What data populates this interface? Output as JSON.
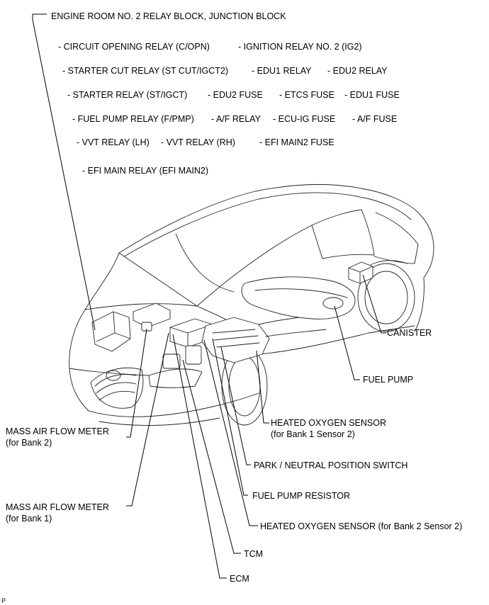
{
  "header": {
    "title": "ENGINE ROOM NO. 2 RELAY BLOCK, JUNCTION BLOCK",
    "items": [
      "- CIRCUIT OPENING RELAY (C/OPN)",
      "- IGNITION RELAY NO. 2 (IG2)",
      "- STARTER CUT RELAY (ST CUT/IGCT2)",
      "- EDU1 RELAY",
      "- EDU2 RELAY",
      "- STARTER RELAY (ST/IGCT)",
      "- EDU2 FUSE",
      "- ETCS FUSE",
      "- EDU1 FUSE",
      "- FUEL PUMP RELAY (F/PMP)",
      "- A/F RELAY",
      "- ECU-IG FUSE",
      "- A/F FUSE",
      "- VVT RELAY (LH)",
      "- VVT RELAY (RH)",
      "- EFI MAIN2 FUSE",
      "- EFI MAIN RELAY (EFI MAIN2)"
    ]
  },
  "callouts": {
    "canister": "CANISTER",
    "fuel_pump": "FUEL PUMP",
    "ho2_b1s2_line1": "HEATED OXYGEN SENSOR",
    "ho2_b1s2_line2": "(for Bank 1 Sensor 2)",
    "pnp_switch": "PARK / NEUTRAL POSITION SWITCH",
    "fuel_pump_resistor": "FUEL PUMP RESISTOR",
    "ho2_b2s2": "HEATED OXYGEN SENSOR (for Bank 2 Sensor 2)",
    "tcm": "TCM",
    "ecm": "ECM",
    "maf_b2_line1": "MASS AIR FLOW METER",
    "maf_b2_line2": "(for Bank 2)",
    "maf_b1_line1": "MASS AIR FLOW METER",
    "maf_b1_line2": "(for Bank 1)"
  },
  "footer": {
    "code": "P"
  }
}
